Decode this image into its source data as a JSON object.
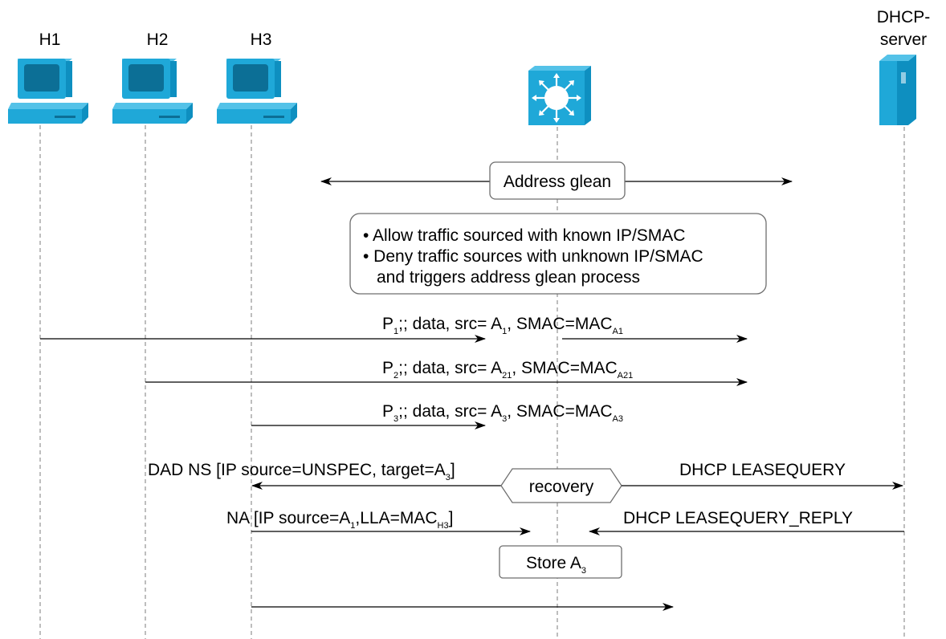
{
  "participants": {
    "h1": "H1",
    "h2": "H2",
    "h3": "H3",
    "server_line1": "DHCP-",
    "server_line2": "server"
  },
  "boxes": {
    "address_glean": "Address glean",
    "policy_1": "• Allow traffic sourced with known IP/SMAC",
    "policy_2": "• Deny traffic sources with unknown IP/SMAC",
    "policy_3": "and triggers address glean process",
    "recovery": "recovery",
    "store_main": "Store A",
    "store_sub": "3"
  },
  "messages": {
    "p1": {
      "a": "P",
      "a_sub": "1",
      "b": ";; data, src= A",
      "b_sub": "1",
      "c": ", SMAC=MAC",
      "c_sub": "A1"
    },
    "p2": {
      "a": "P",
      "a_sub": "2",
      "b": ";; data, src= A",
      "b_sub": "21",
      "c": ", SMAC=MAC",
      "c_sub": "A21"
    },
    "p3": {
      "a": "P",
      "a_sub": "3",
      "b": ";; data, src= A",
      "b_sub": "3",
      "c": ", SMAC=MAC",
      "c_sub": "A3"
    },
    "dad_ns": {
      "a": "DAD NS [IP source=UNSPEC, target=A",
      "a_sub": "3",
      "b": "]"
    },
    "na": {
      "a": "NA [IP source=A",
      "a_sub": "1",
      "b": ",LLA=MAC",
      "b_sub": "H3",
      "c": "]"
    },
    "leasequery": "DHCP LEASEQUERY",
    "leasequery_reply": "DHCP LEASEQUERY_REPLY"
  },
  "colors": {
    "device": "#1fa8d8",
    "device_dark": "#0e8fc0",
    "lifeline": "#9a9a9a"
  },
  "icons": [
    "workstation-icon",
    "workstation-icon",
    "workstation-icon",
    "switch-icon",
    "server-icon"
  ]
}
